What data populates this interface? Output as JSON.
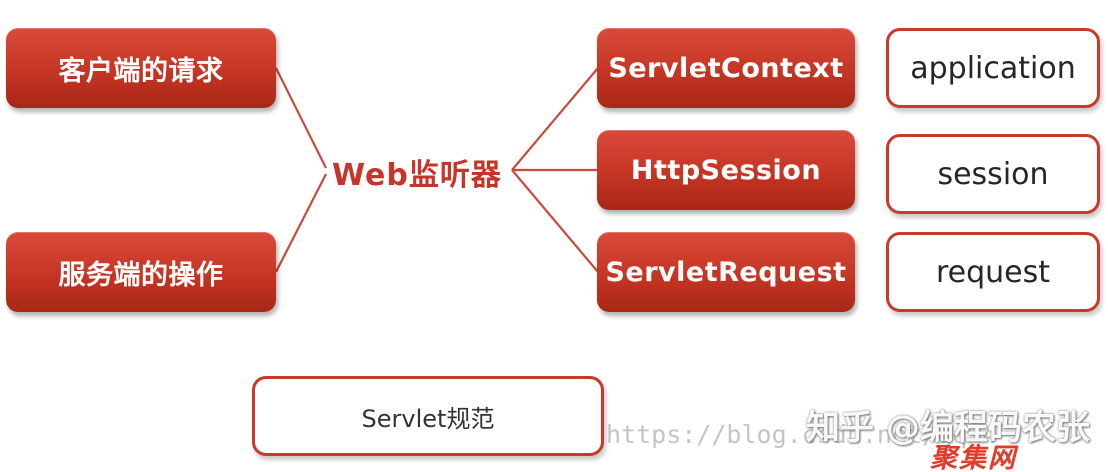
{
  "diagram": {
    "center": {
      "label": "Web监听器"
    },
    "left_nodes": [
      {
        "label": "客户端的请求"
      },
      {
        "label": "服务端的操作"
      }
    ],
    "right_nodes": [
      {
        "label": "ServletContext"
      },
      {
        "label": "HttpSession"
      },
      {
        "label": "ServletRequest"
      }
    ],
    "scope_nodes": [
      {
        "label": "application"
      },
      {
        "label": "session"
      },
      {
        "label": "request"
      }
    ],
    "spec_node": {
      "label": "Servlet规范"
    },
    "colors": {
      "node_red": "#c53524",
      "center_text": "#c9342a",
      "connector": "#c94a3e"
    }
  },
  "watermarks": {
    "url": "https://blog.csdn.net/qq_4",
    "zhihu": "知乎 @编程码农张",
    "logo": "聚集网"
  }
}
